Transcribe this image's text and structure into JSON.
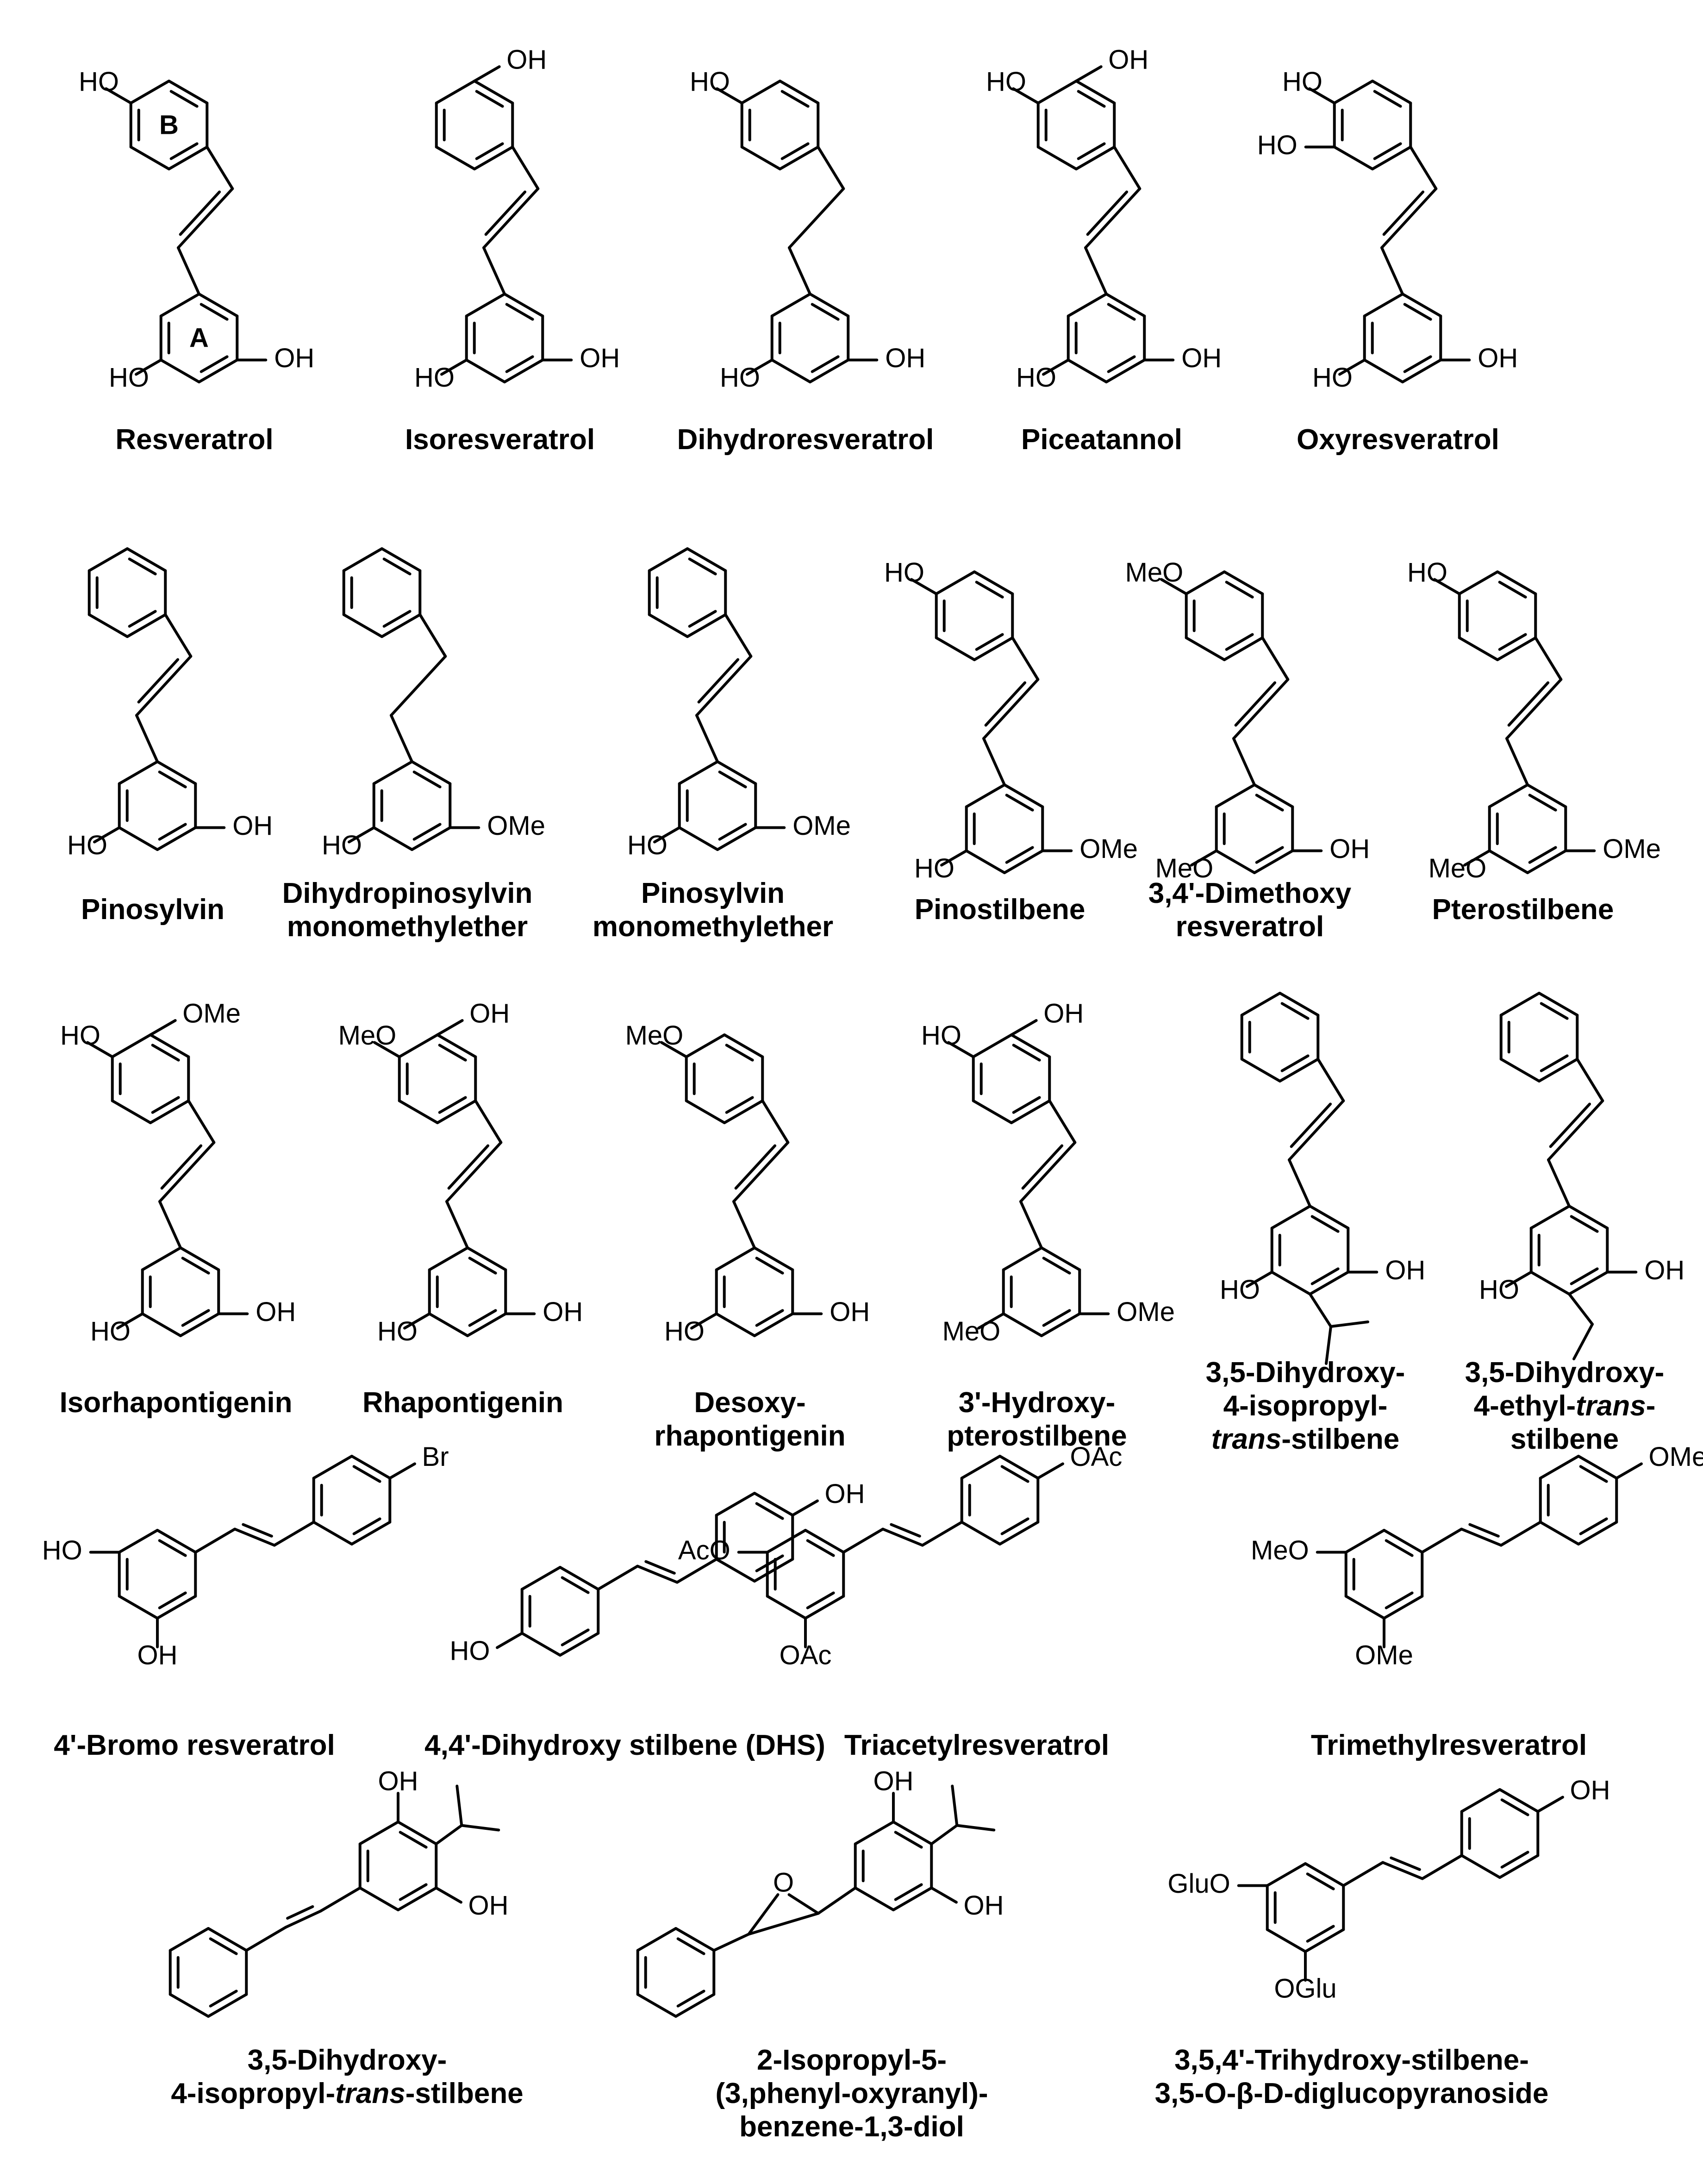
{
  "compounds": [
    {
      "id": "c1",
      "name": [
        "Resveratrol"
      ],
      "ring_labels": [
        "A",
        "B"
      ]
    },
    {
      "id": "c2",
      "name": [
        "Isoresveratrol"
      ]
    },
    {
      "id": "c3",
      "name": [
        "Dihydroresveratrol"
      ]
    },
    {
      "id": "c4",
      "name": [
        "Piceatannol"
      ]
    },
    {
      "id": "c5",
      "name": [
        "Oxyresveratrol"
      ]
    },
    {
      "id": "c6",
      "name": [
        "Pinosylvin"
      ]
    },
    {
      "id": "c7",
      "name": [
        "Dihydropinosylvin",
        "monomethylether"
      ]
    },
    {
      "id": "c8",
      "name": [
        "Pinosylvin",
        "monomethylether"
      ]
    },
    {
      "id": "c9",
      "name": [
        "Pinostilbene"
      ]
    },
    {
      "id": "c10",
      "name": [
        "3,4'-Dimethoxy",
        "resveratrol"
      ]
    },
    {
      "id": "c11",
      "name": [
        "Pterostilbene"
      ]
    },
    {
      "id": "c12",
      "name": [
        "Isorhapontigenin"
      ]
    },
    {
      "id": "c13",
      "name": [
        "Rhapontigenin"
      ]
    },
    {
      "id": "c14",
      "name": [
        "Desoxy-",
        "rhapontigenin"
      ]
    },
    {
      "id": "c15",
      "name": [
        "3'-Hydroxy-",
        "pterostilbene"
      ]
    },
    {
      "id": "c16",
      "name": [
        "3,5-Dihydroxy-",
        "4-isopropyl-",
        "trans-stilbene"
      ]
    },
    {
      "id": "c17",
      "name": [
        "3,5-Dihydroxy-",
        "4-ethyl-trans-",
        "stilbene"
      ]
    },
    {
      "id": "c18",
      "name": [
        "4'-Bromo resveratrol"
      ]
    },
    {
      "id": "c19",
      "name": [
        "4,4'-Dihydroxy stilbene (DHS)"
      ]
    },
    {
      "id": "c20",
      "name": [
        "Triacetylresveratrol"
      ]
    },
    {
      "id": "c21",
      "name": [
        "Trimethylresveratrol"
      ]
    },
    {
      "id": "c22",
      "name": [
        "3,5-Dihydroxy-",
        "4-isopropyl-trans-stilbene"
      ]
    },
    {
      "id": "c23",
      "name": [
        "2-Isopropyl-5-",
        "(3,phenyl-oxyranyl)-",
        "benzene-1,3-diol"
      ]
    },
    {
      "id": "c24",
      "name": [
        "3,5,4'-Trihydroxy-stilbene-",
        "3,5-O-β-D-diglucopyranoside"
      ]
    }
  ],
  "atom_labels": {
    "OH": "OH",
    "HO": "HO",
    "OMe": "OMe",
    "MeO": "MeO",
    "OAc": "OAc",
    "AcO": "AcO",
    "Br": "Br",
    "GluO": "GluO",
    "OGlu": "OGlu",
    "O": "O"
  }
}
